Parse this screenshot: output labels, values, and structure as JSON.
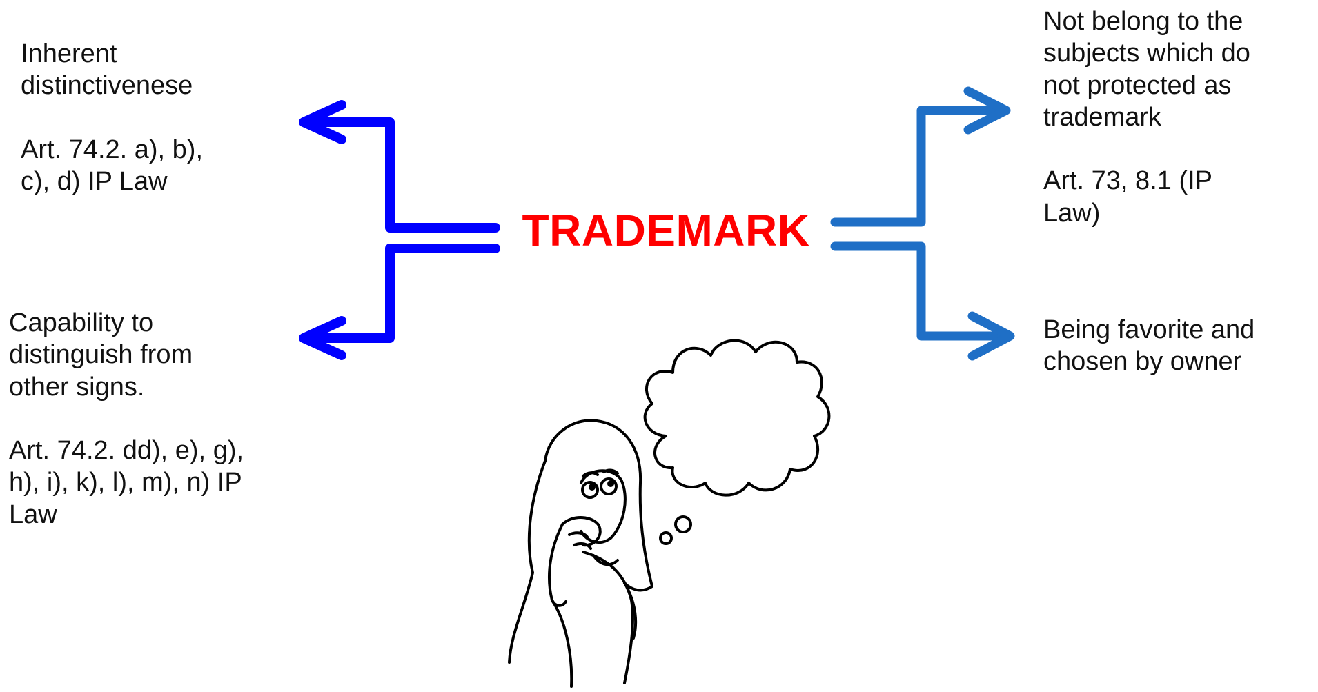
{
  "center": {
    "title": "TRADEMARK",
    "color": "#ff0000"
  },
  "colors": {
    "left_arrows": "#0000ff",
    "right_arrows": "#1f6fc6",
    "text": "#111111"
  },
  "branches": {
    "top_left": {
      "heading": "Inherent\ndistinctivenese",
      "reference": "Art. 74.2. a), b),\nc), d) IP Law"
    },
    "bottom_left": {
      "heading": "Capability to\ndistinguish from\nother signs.",
      "reference": "Art. 74.2. dd), e), g),\nh), i), k), l), m), n) IP\nLaw"
    },
    "top_right": {
      "heading": "Not belong to the\nsubjects which do\nnot protected as\ntrademark",
      "reference": "Art. 73, 8.1 (IP\nLaw)"
    },
    "bottom_right": {
      "heading": "Being favorite and\nchosen by owner"
    }
  },
  "illustration": {
    "icon": "thinking-person-with-thought-cloud-icon"
  }
}
